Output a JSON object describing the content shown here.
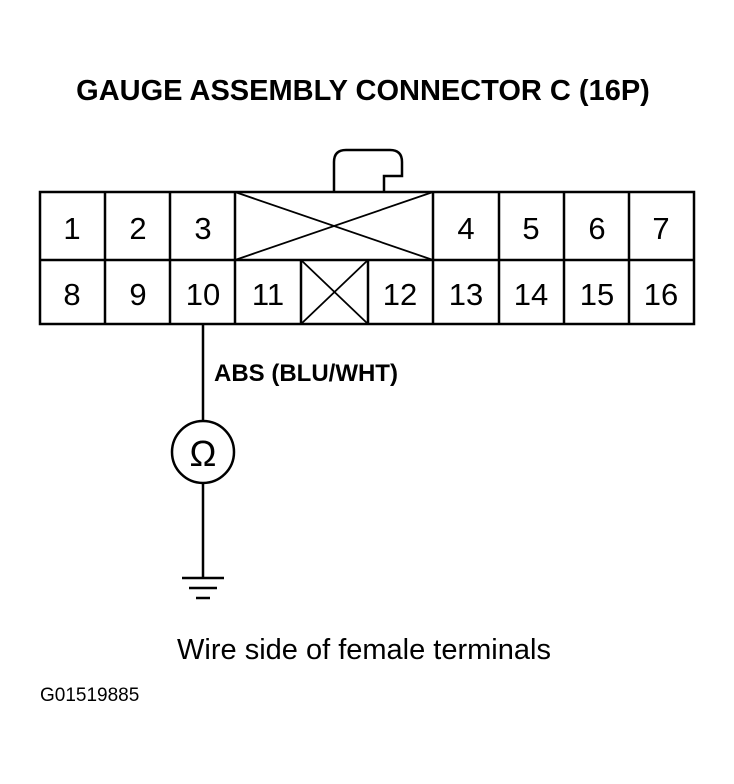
{
  "title": "GAUGE ASSEMBLY CONNECTOR C (16P)",
  "connector": {
    "pins_top": [
      "1",
      "2",
      "3",
      "4",
      "5",
      "6",
      "7"
    ],
    "pins_bottom": [
      "8",
      "9",
      "10",
      "11",
      "12",
      "13",
      "14",
      "15",
      "16"
    ]
  },
  "wire": {
    "label": "ABS (BLU/WHT)",
    "pin": "10"
  },
  "meter": {
    "symbol": "Ω"
  },
  "caption": "Wire side of female terminals",
  "figure_id": "G01519885"
}
